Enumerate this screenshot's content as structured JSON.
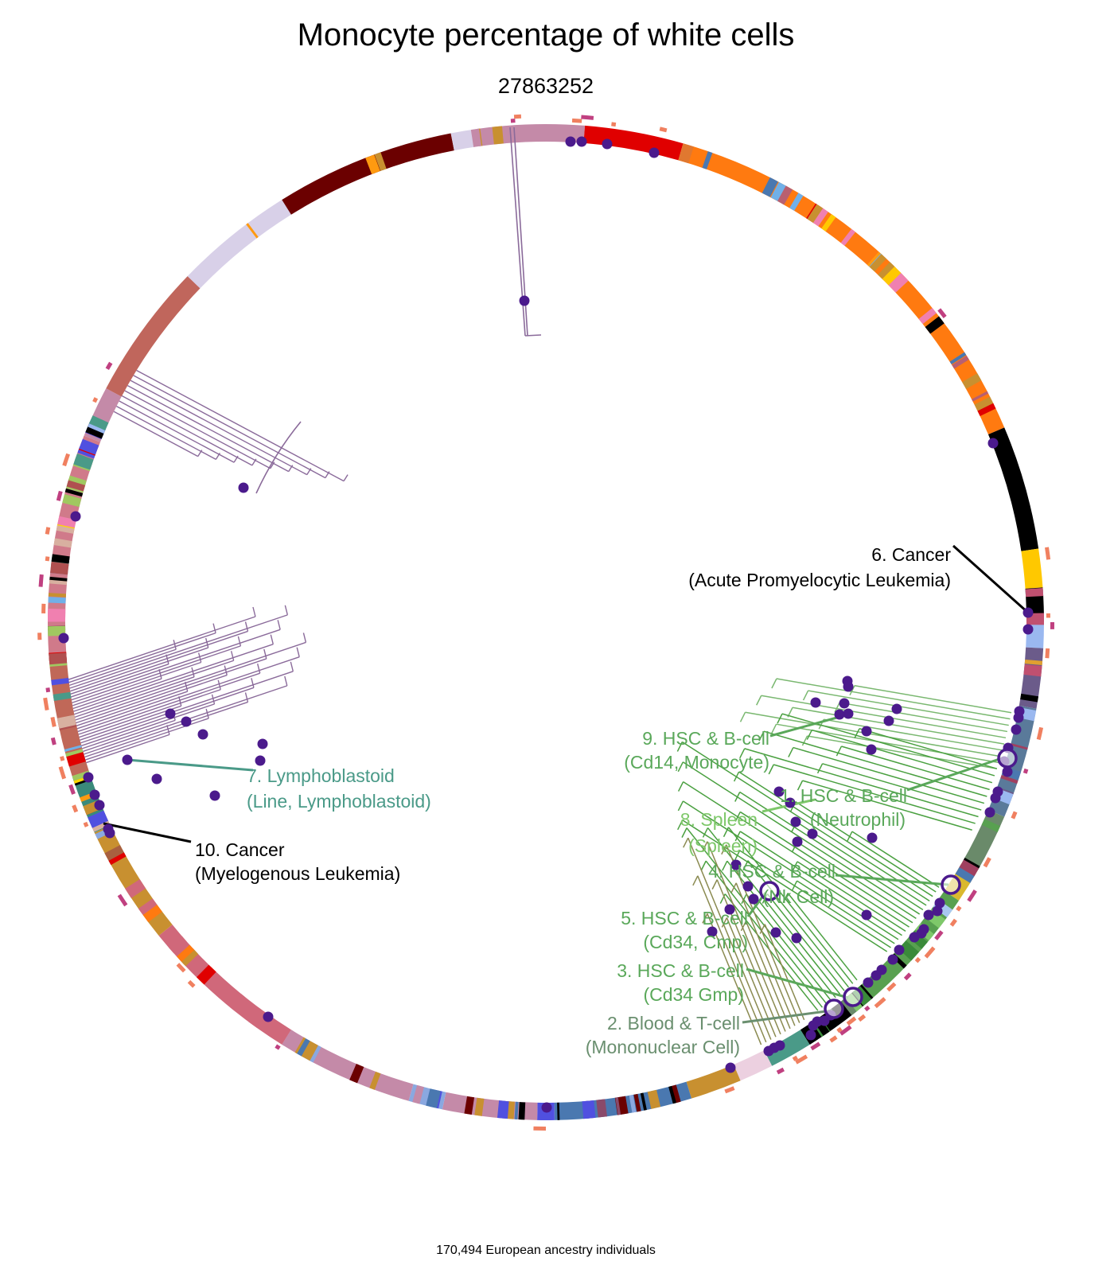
{
  "title": "Monocyte percentage of white cells",
  "subtitle": "27863252",
  "footer": "170,494 European ancestry individuals",
  "colors": {
    "dot": "#4b1a8c",
    "purple_branch": "#8a6a9a",
    "green_branch": "#4aa040",
    "olive_branch": "#8a8a50"
  },
  "annotations": [
    {
      "line1": "6. Cancer",
      "line2": "(Acute Promyelocytic Leukemia)",
      "color": "#000000"
    },
    {
      "line1": "9. HSC & B-cell",
      "line2": "(Cd14, Monocyte)",
      "color": "#5aa85a"
    },
    {
      "line1": "1. HSC & B-cell",
      "line2": "(Neutrophil)",
      "color": "#5aa85a"
    },
    {
      "line1": "8. Spleen",
      "line2": "(Spleen)",
      "color": "#7ec86a"
    },
    {
      "line1": "4. HSC & B-cell",
      "line2": "(Nk Cell)",
      "color": "#5aa85a"
    },
    {
      "line1": "5. HSC & B-cell",
      "line2": "(Cd34, Cmp)",
      "color": "#5aa85a"
    },
    {
      "line1": "3. HSC & B-cell",
      "line2": "(Cd34 Gmp)",
      "color": "#5aa85a"
    },
    {
      "line1": "2. Blood & T-cell",
      "line2": "(Mononuclear Cell)",
      "color": "#6a8f6f"
    },
    {
      "line1": "7. Lymphoblastoid",
      "line2": "(Line, Lymphoblastoid)",
      "color": "#4a9a88"
    },
    {
      "line1": "10. Cancer",
      "line2": "(Myelogenous Leukemia)",
      "color": "#000000"
    }
  ]
}
